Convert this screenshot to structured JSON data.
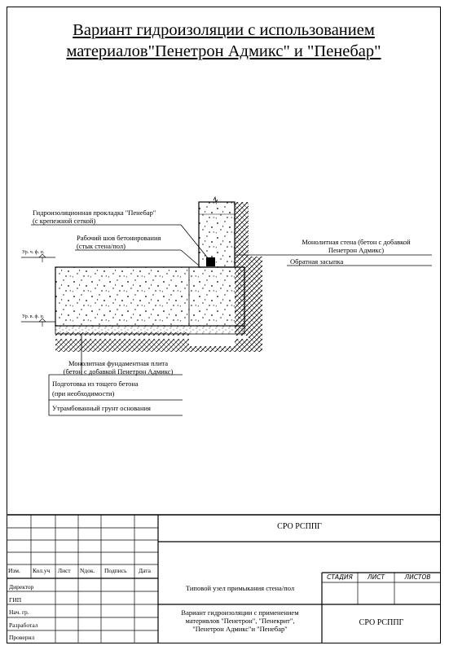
{
  "title": {
    "line1": "Вариант гидроизоляции с использованием",
    "line2": "материалов\"Пенетрон Адмикс\" и \"Пенебар\""
  },
  "drawing": {
    "label_gasket_line1": "Гидроизоляционная прокладка \"Пенебар\"",
    "label_gasket_line2": "(с крепежной сеткой)",
    "label_joint_line1": "Рабочий шов бетонирования",
    "label_joint_line2": "(стык стена/пол)",
    "label_wall_line1": "Монолитная стена  (бетон с добавкой",
    "label_wall_line2": "Пенетрон Адмикс)",
    "label_backfill": "Обратная засыпка",
    "label_slab_line1": "Монолитная фундаментная плита",
    "label_slab_line2": "(бетон с добавкой Пенетрон Адмикс)",
    "label_prep_line1": "Подготовка из тощего бетона",
    "label_prep_line2": "(при необходимости)",
    "label_soil": "Утрамбованный грунт основания",
    "level_mark_top": "Ур. ч. ф. п.",
    "level_mark_bottom": "Ур. в. ф. п."
  },
  "stamp": {
    "org_top": "СРО РСППГ",
    "org_bottom": "СРО РСППГ",
    "col_headers": [
      "Изм.",
      "Кол.уч",
      "Лист",
      "Nдок.",
      "Подпись",
      "Дата"
    ],
    "roles": [
      "Директор",
      "ГИП",
      "Нач. гр.",
      "Разработал",
      "Проверил"
    ],
    "sheet_title": "Типовой узел примыкания стена/пол",
    "doc_title_line1": "Вариант гидроизоляции с применением",
    "doc_title_line2": "материвлов \"Пенетрон\", \"Пенекрит\",",
    "doc_title_line3": "\"Пенетрон Адмикс\"и \"Пенебар\"",
    "stage_label": "СТАДИЯ",
    "sheet_label": "ЛИСТ",
    "sheets_label": "ЛИСТОВ"
  }
}
